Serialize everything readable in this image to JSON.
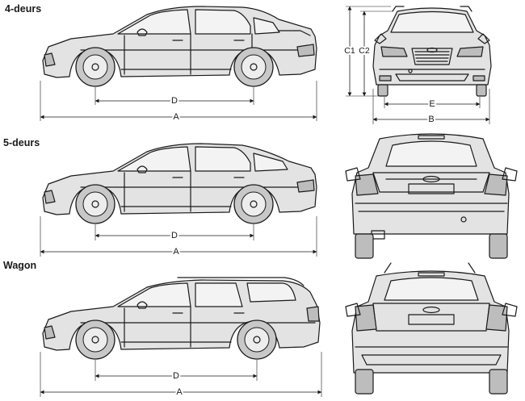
{
  "sections": [
    {
      "title": "4-deurs",
      "variant": "sedan"
    },
    {
      "title": "5-deurs",
      "variant": "hatchback"
    },
    {
      "title": "Wagon",
      "variant": "wagon"
    }
  ],
  "dimension_labels": {
    "overall_length": "A",
    "overall_width": "B",
    "height_1": "C1",
    "height_2": "C2",
    "wheelbase": "D",
    "track": "E"
  },
  "colors": {
    "line": "#1a1a1a",
    "body_shade": "#e3e3e3",
    "tire": "#c8c8c8"
  }
}
